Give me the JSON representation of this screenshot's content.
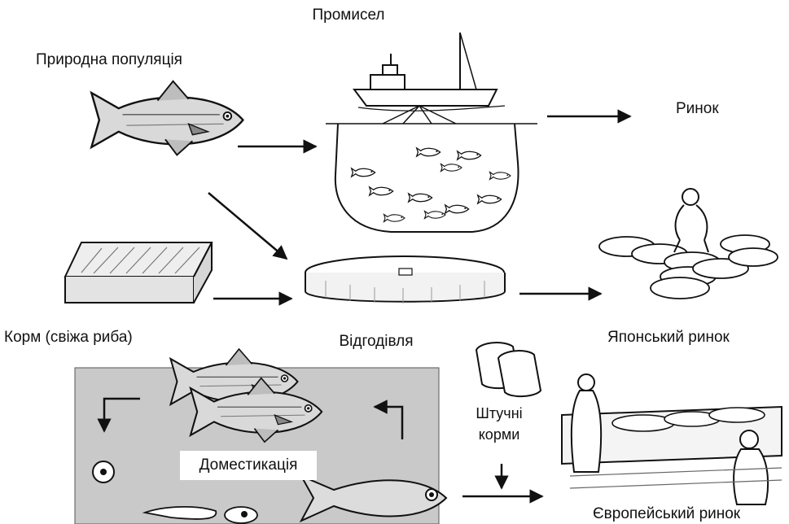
{
  "labels": {
    "fishery": "Промисел",
    "wild_population": "Природна популяція",
    "market": "Ринок",
    "feed_fresh_fish": "Корм (свіжа риба)",
    "fattening": "Відгодівля",
    "japanese_market": "Японський ринок",
    "artificial_feed": "Штучні",
    "artificial_feed_line2": "корми",
    "domestication": "Доместикація",
    "european_market": "Європейський ринок"
  },
  "colors": {
    "domestication_panel": "#c9c9c9",
    "ink": "#111111",
    "fish_body": "#d9d9d9"
  },
  "icons": [
    "tuna-fish-icon",
    "fishing-boat-icon",
    "purse-seine-net-icon",
    "feed-crate-icon",
    "fattening-pen-icon",
    "japanese-market-icon",
    "feed-bags-icon",
    "european-market-icon",
    "egg-icon",
    "larva-icon",
    "juvenile-fish-icon"
  ]
}
